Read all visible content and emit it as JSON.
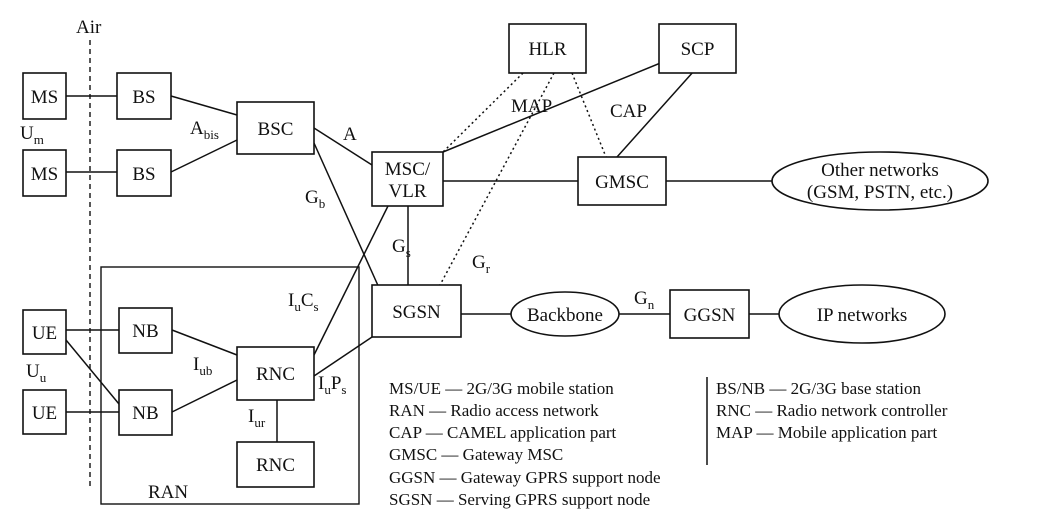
{
  "nodes": {
    "ms1": "MS",
    "ms2": "MS",
    "bs1": "BS",
    "bs2": "BS",
    "bsc": "BSC",
    "msc_line1": "MSC/",
    "msc_line2": "VLR",
    "hlr": "HLR",
    "scp": "SCP",
    "gmsc": "GMSC",
    "other_line1": "Other networks",
    "other_line2": "(GSM, PSTN, etc.)",
    "sgsn": "SGSN",
    "backbone": "Backbone",
    "ggsn": "GGSN",
    "ip": "IP networks",
    "ue1": "UE",
    "ue2": "UE",
    "nb1": "NB",
    "nb2": "NB",
    "rnc1": "RNC",
    "rnc2": "RNC",
    "ran": "RAN"
  },
  "interfaces": {
    "air": "Air",
    "um": {
      "main": "U",
      "sub": "m"
    },
    "abis": {
      "main": "A",
      "sub": "bis"
    },
    "a": "A",
    "map": "MAP",
    "cap": "CAP",
    "gb": {
      "main": "G",
      "sub": "b"
    },
    "gs": {
      "main": "G",
      "sub": "s"
    },
    "gr": {
      "main": "G",
      "sub": "r"
    },
    "gn": {
      "main": "G",
      "sub": "n"
    },
    "iucs": {
      "main": "I",
      "sub": "u",
      "main2": "C",
      "sub2": "s"
    },
    "iups": {
      "main": "I",
      "sub": "u",
      "main2": "P",
      "sub2": "s"
    },
    "iub": {
      "main": "I",
      "sub": "ub"
    },
    "iur": {
      "main": "I",
      "sub": "ur"
    },
    "uu": {
      "main": "U",
      "sub": "u"
    }
  },
  "legend": {
    "left": [
      "MS/UE — 2G/3G mobile station",
      "RAN — Radio access network",
      "CAP — CAMEL application part",
      "GMSC — Gateway MSC",
      "GGSN — Gateway GPRS support node",
      "SGSN — Serving GPRS support node"
    ],
    "right": [
      "BS/NB — 2G/3G base station",
      "RNC — Radio network controller",
      "MAP — Mobile application part"
    ]
  }
}
